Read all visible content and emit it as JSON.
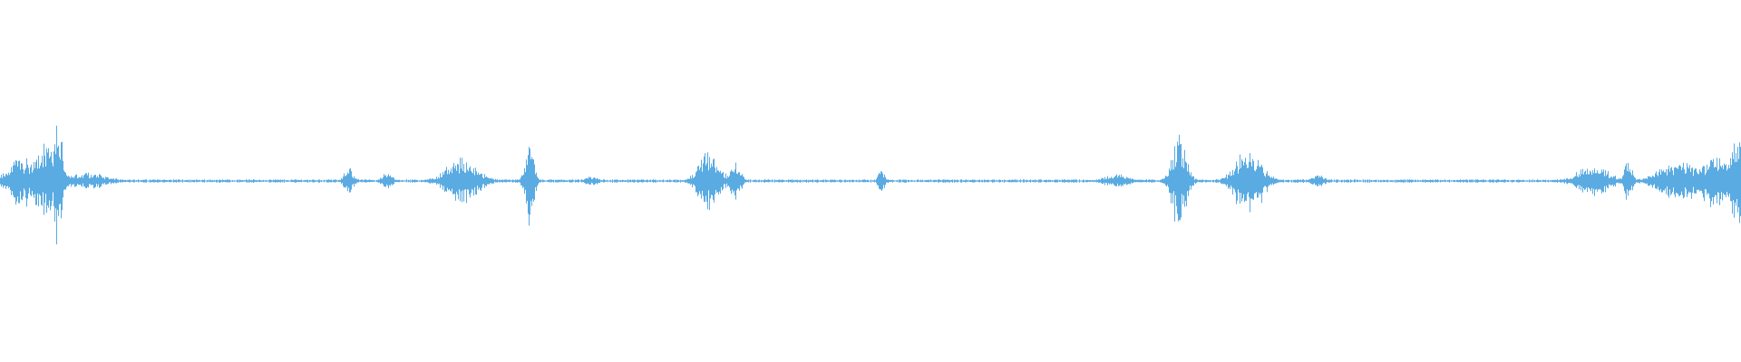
{
  "waveform": {
    "color": "#5aabe2",
    "background": "#ffffff",
    "duration_fraction": 1.0,
    "bursts": [
      {
        "center": 0.012,
        "width": 0.012,
        "amp": 0.16
      },
      {
        "center": 0.026,
        "width": 0.012,
        "amp": 0.22
      },
      {
        "center": 0.033,
        "width": 0.004,
        "amp": 0.4
      },
      {
        "center": 0.05,
        "width": 0.02,
        "amp": 0.05
      },
      {
        "center": 0.2,
        "width": 0.004,
        "amp": 0.1
      },
      {
        "center": 0.222,
        "width": 0.005,
        "amp": 0.05
      },
      {
        "center": 0.265,
        "width": 0.015,
        "amp": 0.14
      },
      {
        "center": 0.304,
        "width": 0.004,
        "amp": 0.28
      },
      {
        "center": 0.34,
        "width": 0.006,
        "amp": 0.03
      },
      {
        "center": 0.407,
        "width": 0.01,
        "amp": 0.18
      },
      {
        "center": 0.422,
        "width": 0.005,
        "amp": 0.12
      },
      {
        "center": 0.506,
        "width": 0.003,
        "amp": 0.08
      },
      {
        "center": 0.641,
        "width": 0.012,
        "amp": 0.04
      },
      {
        "center": 0.677,
        "width": 0.007,
        "amp": 0.28
      },
      {
        "center": 0.717,
        "width": 0.012,
        "amp": 0.22
      },
      {
        "center": 0.757,
        "width": 0.006,
        "amp": 0.04
      },
      {
        "center": 0.915,
        "width": 0.015,
        "amp": 0.1
      },
      {
        "center": 0.935,
        "width": 0.004,
        "amp": 0.12
      },
      {
        "center": 0.965,
        "width": 0.02,
        "amp": 0.12
      },
      {
        "center": 0.985,
        "width": 0.012,
        "amp": 0.18
      },
      {
        "center": 0.997,
        "width": 0.006,
        "amp": 0.28
      }
    ],
    "noise_floor": 0.008
  }
}
